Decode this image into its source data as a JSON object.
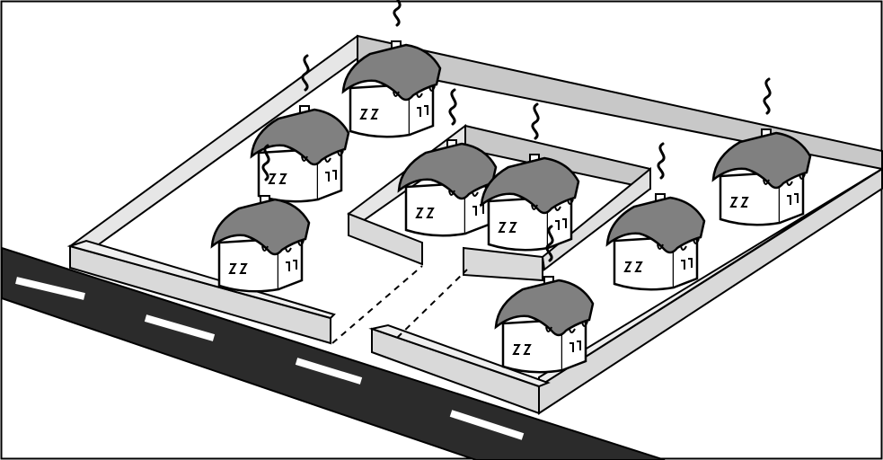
{
  "colors": {
    "background": "#ffffff",
    "frame": "#000000",
    "wall_top": "#c8c8c8",
    "wall_face": "#d9d9d9",
    "road": "#2b2b2b",
    "road_marking": "#ffffff",
    "roof": "#808080",
    "house_body": "#ffffff",
    "outline": "#000000"
  },
  "elements": {
    "road": "road",
    "outer_wall": "outer-perimeter-wall",
    "inner_wall": "inner-enclosure-wall",
    "entrance_path": "dashed-entrance-path",
    "houses": [
      "house",
      "house",
      "house",
      "house",
      "house",
      "house",
      "house",
      "house"
    ]
  }
}
